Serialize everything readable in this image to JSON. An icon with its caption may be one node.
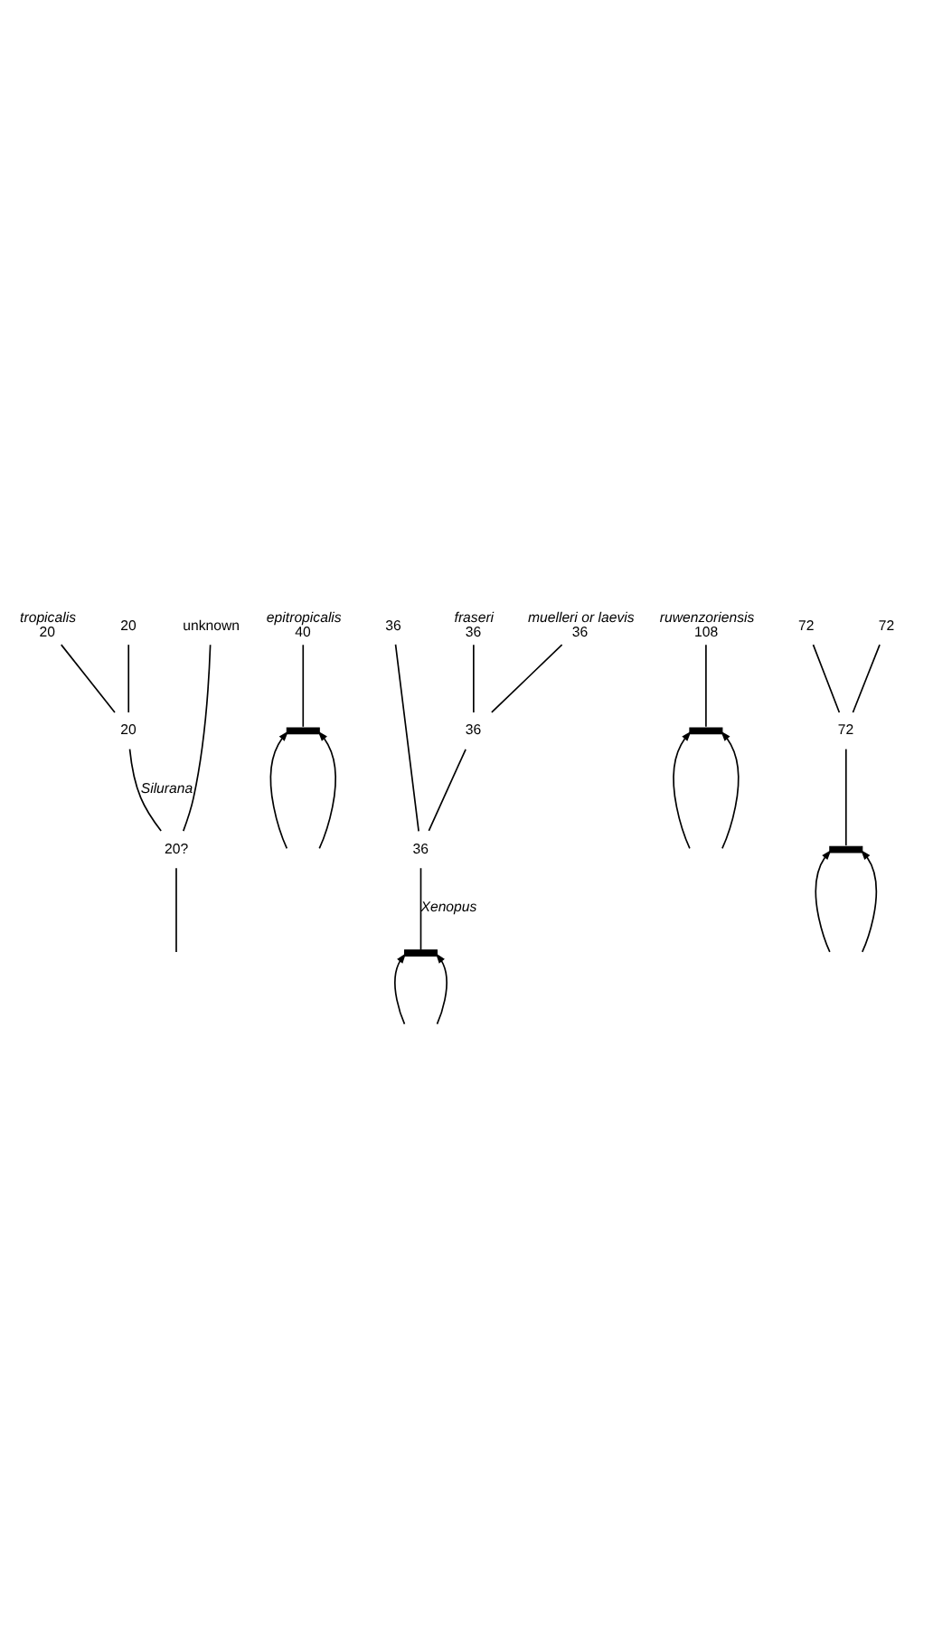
{
  "diagram": {
    "nodes": [
      {
        "text": [
          "20"
        ],
        "beside": [
          "tropicalis"
        ]
      },
      {
        "text": [
          "40"
        ],
        "beside": [
          "epitropicalis"
        ]
      },
      {
        "text": [
          "20"
        ]
      },
      {
        "text": [
          "36"
        ]
      },
      {
        "text": [
          "36"
        ],
        "beside": [
          "fraseri"
        ]
      },
      {
        "text": [
          "108"
        ],
        "beside": [
          "ruwenzoriensis"
        ]
      },
      {
        "text": [
          "72"
        ]
      },
      {
        "text": [
          "72"
        ]
      },
      {
        "text": [
          "36"
        ],
        "beside": [
          "muelleri or laevis"
        ]
      },
      {
        "text": [],
        "shape": "bar"
      },
      {
        "text": [
          "72"
        ]
      },
      {
        "text": [],
        "shape": "bar"
      },
      {
        "text": [],
        "shape": "bar"
      },
      {
        "text": [
          "36"
        ]
      },
      {
        "text": [
          "20"
        ]
      },
      {
        "text": [
          "36"
        ]
      },
      {
        "text": [
          "unknown"
        ]
      },
      {
        "text": [],
        "shape": "bar"
      },
      {
        "text": [
          "20?"
        ]
      }
    ],
    "edges": [
      {
        "from": 9,
        "to": 5,
        "arrow": "none"
      },
      {
        "from": null,
        "to": 9,
        "arrow": "to"
      },
      {
        "from": null,
        "to": 9,
        "arrow": "to"
      },
      {
        "from": 10,
        "to": 6,
        "arrow": "none"
      },
      {
        "from": 10,
        "to": 7,
        "arrow": "none"
      },
      {
        "from": 11,
        "to": 10,
        "arrow": "none"
      },
      {
        "from": null,
        "to": 11,
        "arrow": "to"
      },
      {
        "from": null,
        "to": 11,
        "arrow": "to"
      },
      {
        "from": 12,
        "to": 1,
        "arrow": "none"
      },
      {
        "from": null,
        "to": 12,
        "arrow": "to"
      },
      {
        "from": null,
        "to": 12,
        "arrow": "to"
      },
      {
        "from": 13,
        "to": 4,
        "arrow": "none"
      },
      {
        "from": 13,
        "to": 8,
        "arrow": "none"
      },
      {
        "from": 14,
        "to": 0,
        "arrow": "none"
      },
      {
        "from": 14,
        "to": 2,
        "arrow": "none"
      },
      {
        "from": 15,
        "to": 3,
        "arrow": "none"
      },
      {
        "from": 15,
        "to": 13,
        "arrow": "none"
      },
      {
        "from": 17,
        "to": 15,
        "arrow": "none",
        "label": "Xenopus"
      },
      {
        "from": null,
        "to": 17,
        "arrow": "to"
      },
      {
        "from": null,
        "to": 17,
        "arrow": "to"
      },
      {
        "from": 18,
        "to": 14,
        "arrow": "none",
        "label": "Silurana"
      },
      {
        "from": 18,
        "to": 16,
        "arrow": "none"
      },
      {
        "from": 18,
        "to": null,
        "arrow": "none"
      }
    ]
  }
}
